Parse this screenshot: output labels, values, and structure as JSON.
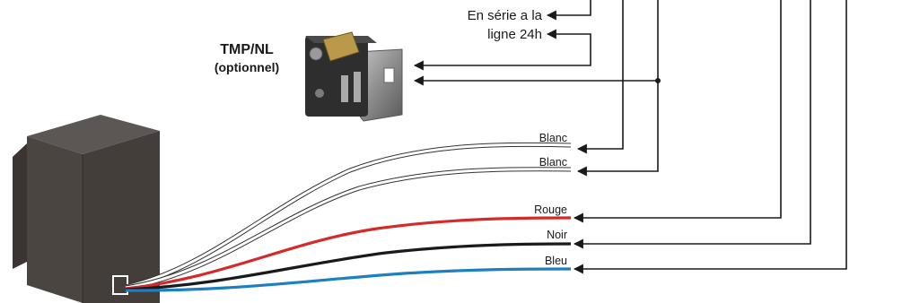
{
  "component": {
    "title": "TMP/NL",
    "subtitle": "(optionnel)"
  },
  "notes": {
    "series_line1": "En série a la",
    "series_line2": "ligne 24h"
  },
  "wires": [
    {
      "label": "Blanc",
      "color": "#ffffff",
      "outline": "#333333"
    },
    {
      "label": "Blanc",
      "color": "#ffffff",
      "outline": "#333333"
    },
    {
      "label": "Rouge",
      "color": "#d42a2a"
    },
    {
      "label": "Noir",
      "color": "#1a1a1a"
    },
    {
      "label": "Bleu",
      "color": "#1c7fc2"
    }
  ],
  "colors": {
    "line": "#1a1a1a",
    "box_front": "#4a4541",
    "box_side": "#3a3532",
    "box_top": "#5c5754"
  }
}
